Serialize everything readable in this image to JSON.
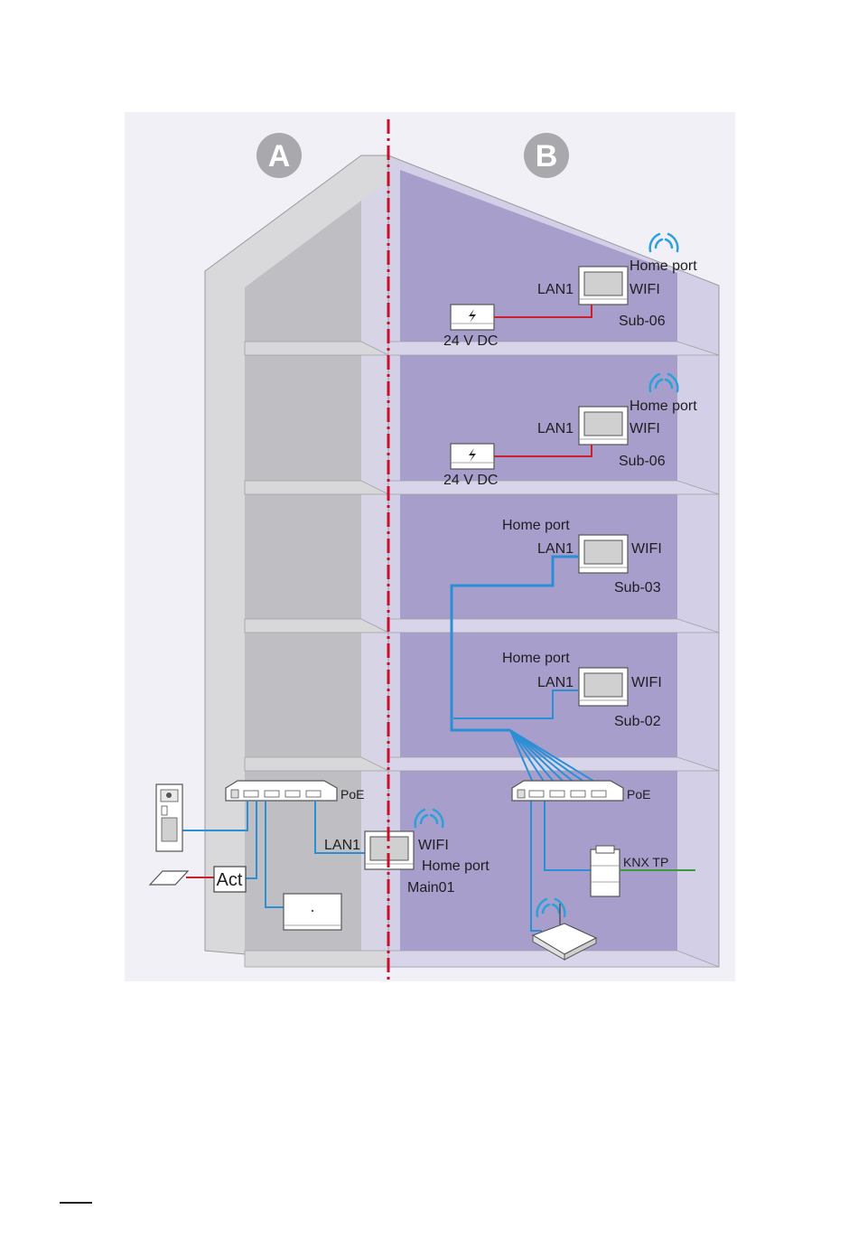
{
  "zones": {
    "a": "A",
    "b": "B"
  },
  "labels": {
    "home_port": "Home port",
    "lan1": "LAN1",
    "wifi": "WIFI",
    "dc24": "24 V DC",
    "poe": "PoE",
    "act": "Act",
    "knx": "KNX TP"
  },
  "units": {
    "top": "Sub-06",
    "second": "Sub-06",
    "third": "Sub-03",
    "fourth": "Sub-02",
    "main": "Main01"
  },
  "colors": {
    "zone_a_fill": "#c3c3c6",
    "zone_b_fill": "#a79ecc",
    "wall_light": "#d1cde5",
    "network_line": "#2b8fd6",
    "power_line": "#cc1f2e",
    "knx_line": "#3c9a3c",
    "divider": "#c8102e",
    "wifi_icon": "#2aa0dc"
  }
}
